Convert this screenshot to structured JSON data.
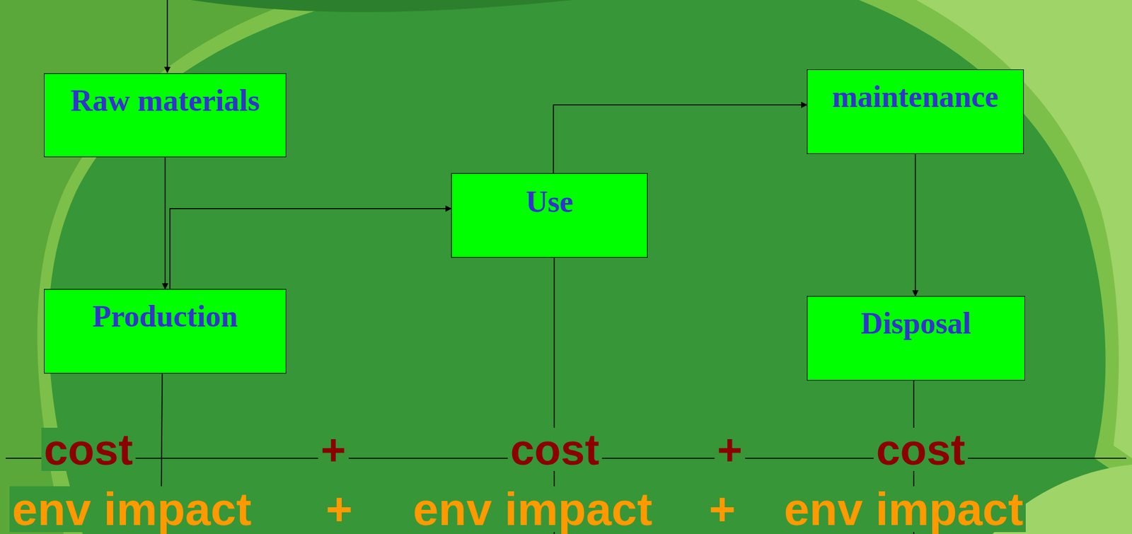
{
  "diagram": {
    "nodes": [
      {
        "text": [
          "Raw materials"
        ]
      },
      {
        "text": [
          "Production"
        ]
      },
      {
        "text": [
          "Use"
        ]
      },
      {
        "text": [
          "maintenance"
        ]
      },
      {
        "text": [
          "Disposal"
        ]
      }
    ],
    "edges": [
      {
        "from": 0,
        "to": 1,
        "arrow": "to"
      },
      {
        "from": 1,
        "to": 2,
        "arrow": "to"
      },
      {
        "from": 2,
        "to": 3,
        "arrow": "to"
      },
      {
        "from": 3,
        "to": 4,
        "arrow": "to"
      }
    ],
    "labels": [
      "cost",
      "+",
      "cost",
      "+",
      "cost",
      "env impact",
      "+",
      "env impact",
      "+",
      "env impact"
    ]
  }
}
